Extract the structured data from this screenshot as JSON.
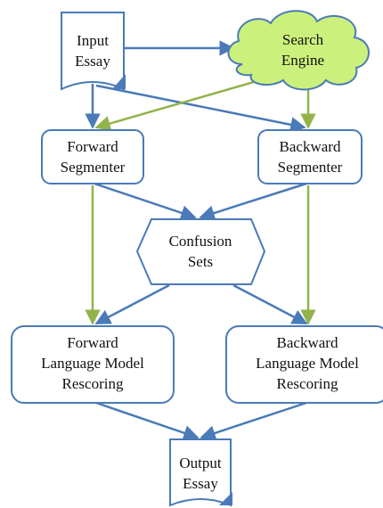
{
  "colors": {
    "blue": "#4a7ab8",
    "green": "#92b34a",
    "cloud_fill": "#ccf07c",
    "box_fill": "#ffffff",
    "text": "#111111"
  },
  "nodes": {
    "input_essay": {
      "line1": "Input",
      "line2": "Essay"
    },
    "search_engine": {
      "line1": "Search",
      "line2": "Engine"
    },
    "forward_segmenter": {
      "line1": "Forward",
      "line2": "Segmenter"
    },
    "backward_segmenter": {
      "line1": "Backward",
      "line2": "Segmenter"
    },
    "confusion_sets": {
      "line1": "Confusion",
      "line2": "Sets"
    },
    "forward_lm": {
      "line1": "Forward",
      "line2": "Language Model",
      "line3": "Rescoring"
    },
    "backward_lm": {
      "line1": "Backward",
      "line2": "Language Model",
      "line3": "Rescoring"
    },
    "output_essay": {
      "line1": "Output",
      "line2": "Essay"
    }
  }
}
